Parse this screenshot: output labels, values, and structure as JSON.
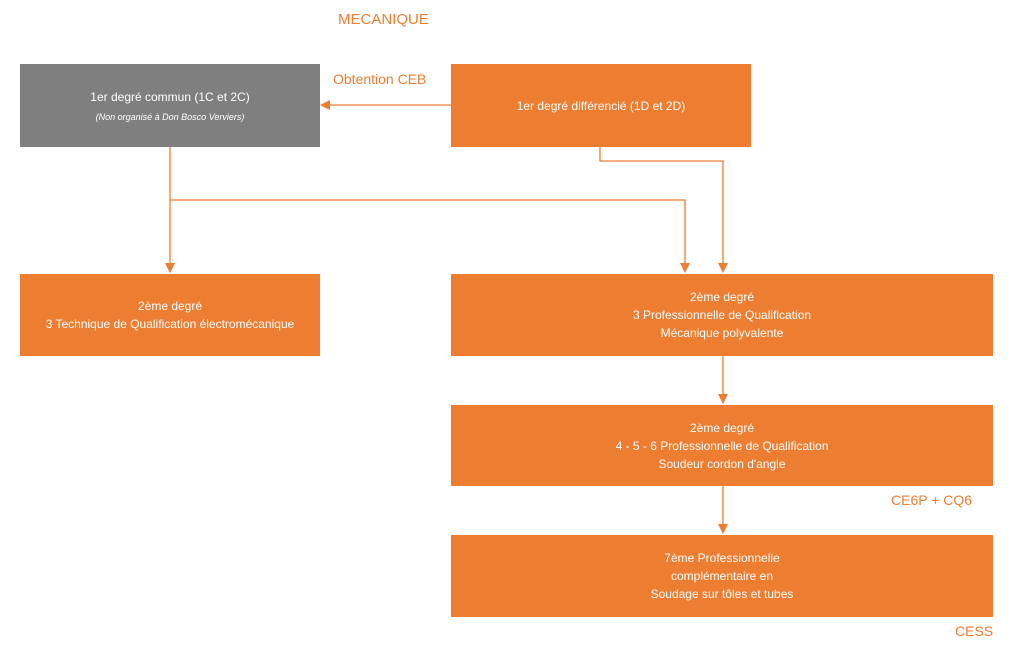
{
  "title": "MECANIQUE",
  "colors": {
    "accent": "#ED7D31",
    "gray_box": "#7F7F7F",
    "box_text": "#FFFFFF"
  },
  "nodes": {
    "common": {
      "line1": "1er degré commun (1C et 2C)",
      "note": "(Non organisé à Don Bosco Verviers)"
    },
    "differentiated": {
      "line1": "1er degré différencié (1D et 2D)"
    },
    "technique": {
      "line1": "2ème degré",
      "line2": "3  Technique de Qualification électromécanique"
    },
    "prof_meca": {
      "line1": "2ème degré",
      "line2": "3 Professionnelle de Qualification",
      "line3": "Mécanique polyvalente"
    },
    "prof_soudeur": {
      "line1": "2ème degré",
      "line2": "4 - 5 - 6  Professionnelle de Qualification",
      "line3": "Soudeur cordon d'angle"
    },
    "seventh": {
      "line1": "7ème Professionnelle",
      "line2": "complémentaire en",
      "line3": "Soudage sur tôles et tubes"
    }
  },
  "labels": {
    "obtention": "Obtention CEB",
    "ce6p": "CE6P + CQ6",
    "cess": "CESS"
  }
}
